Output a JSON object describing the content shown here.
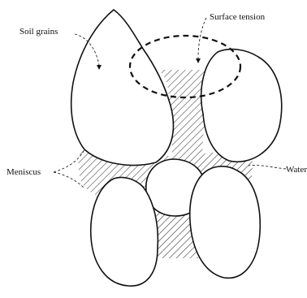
{
  "diagram": {
    "labels": {
      "soil_grains": "Soil grains",
      "surface_tension": "Surface tension",
      "meniscus": "Meniscus",
      "water": "Water"
    },
    "colors": {
      "line": "#111111",
      "background": "#ffffff"
    }
  }
}
